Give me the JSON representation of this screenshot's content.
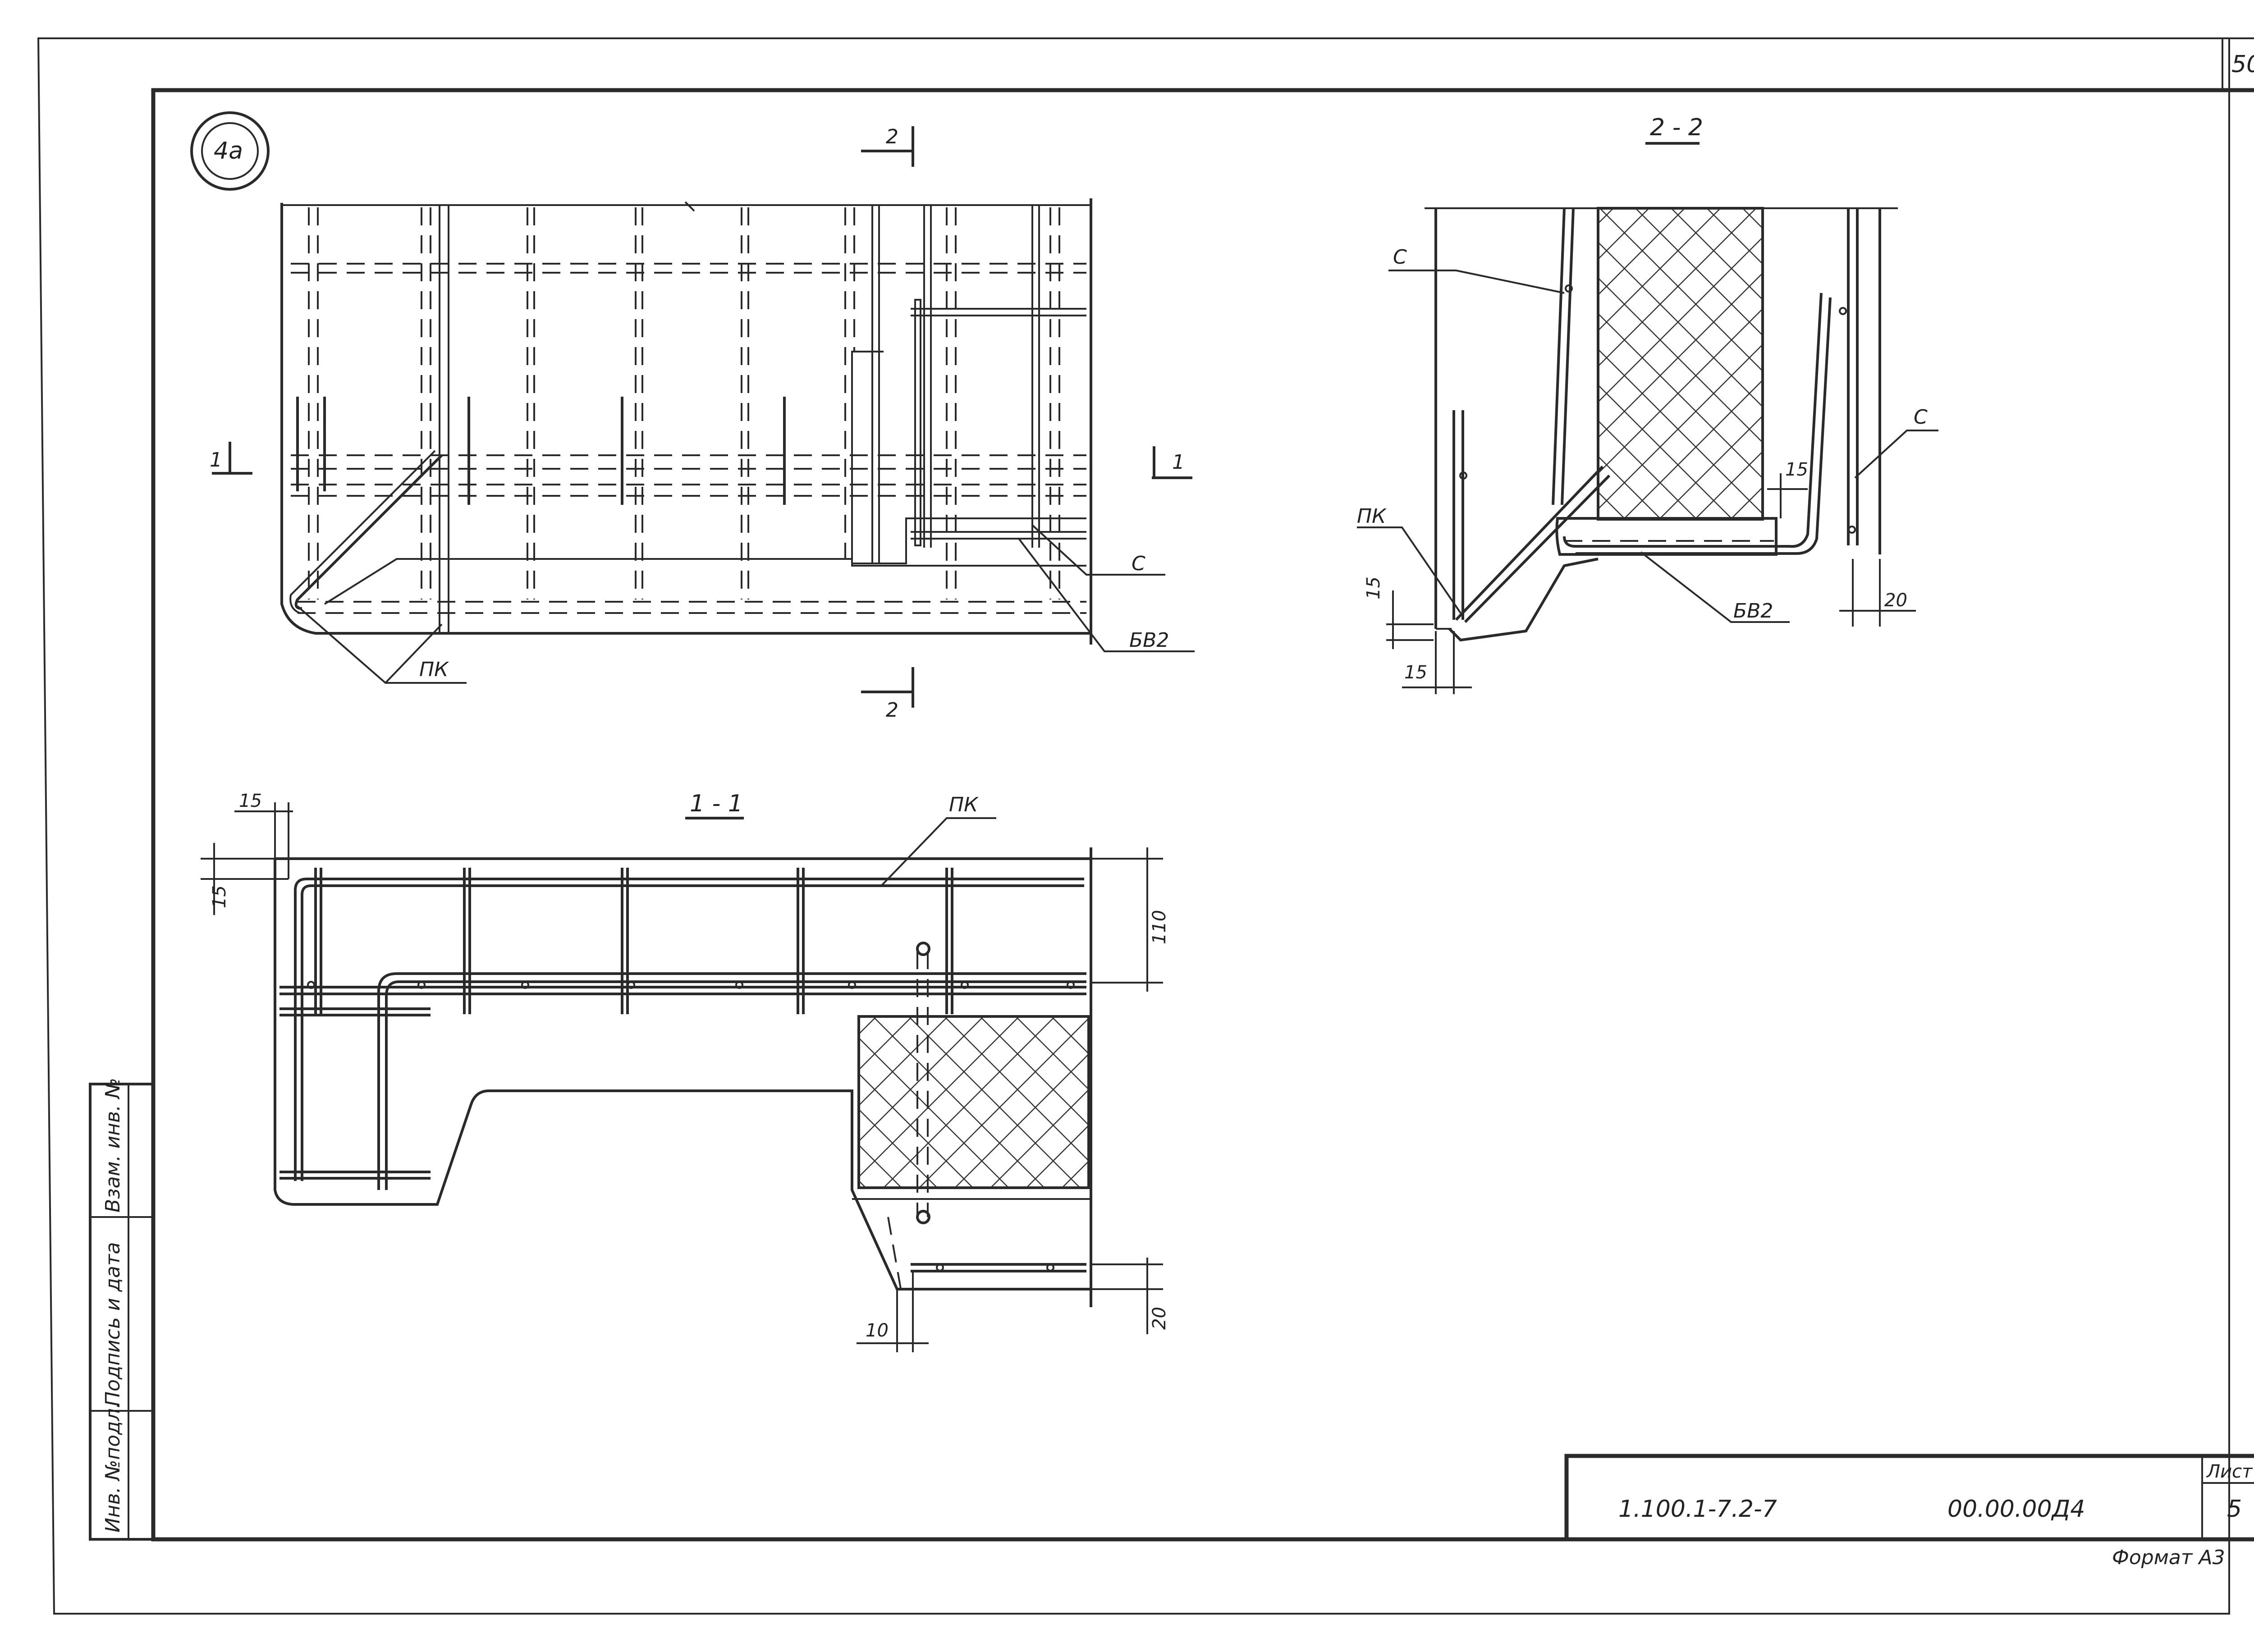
{
  "sheet_number_top": "50",
  "detail_circle_label": "4а",
  "plan_view": {
    "section_mark_top": "2",
    "section_mark_bottom": "2",
    "section_mark_left": "1",
    "section_mark_right": "1",
    "callouts": {
      "c": "С",
      "bv2": "БВ2",
      "pk": "ПК"
    }
  },
  "section_2_2": {
    "title": "2 - 2",
    "callouts": {
      "c_left": "С",
      "c_right": "С",
      "pk": "ПК",
      "bv2": "БВ2"
    },
    "dims": {
      "d15_a": "15",
      "d15_b": "15",
      "d15_c": "15",
      "d20": "20"
    }
  },
  "section_1_1": {
    "title": "1 - 1",
    "callouts": {
      "pk": "ПК"
    },
    "dims": {
      "d15_top": "15",
      "d15_left": "15",
      "d110": "110",
      "d20": "20",
      "d10": "10"
    }
  },
  "side_stamp": {
    "cells": [
      "Инв. №подл.",
      "Подпись и дата",
      "Взам. инв. №"
    ]
  },
  "title_block": {
    "project_code": "1.100.1-7.2-7",
    "drawing_code": "00.00.00Д4",
    "sheet_label": "Лист",
    "sheet_value": "5"
  },
  "format_label": "Формат А3"
}
